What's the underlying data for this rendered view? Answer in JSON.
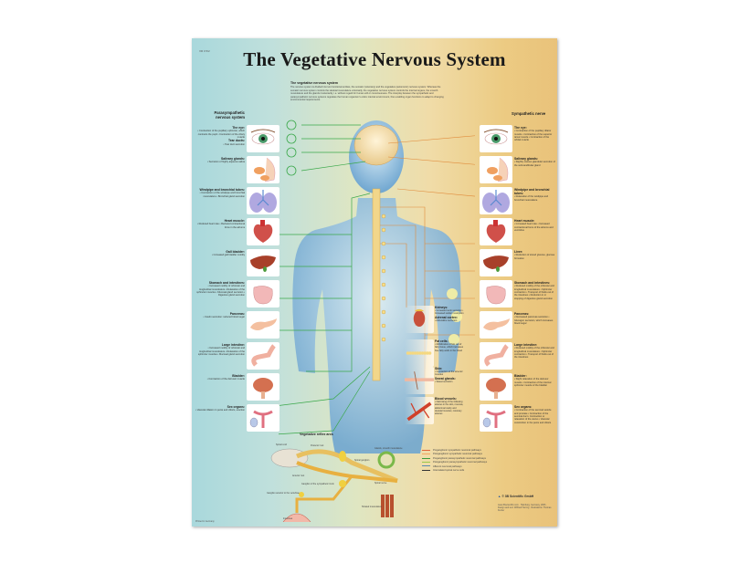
{
  "poster": {
    "code": "VR 0 5/2",
    "title": "The Vegetative Nervous System",
    "intro_heading": "The vegetative nervous system",
    "intro_text": "The nervous system is divided into two functional entities, the somatic (voluntary) and the vegetative (autonomic) nervous system. Whereas the somatic nervous system controls the skeletal musculature voluntarily, the vegetative nervous system controls the internal organs, the smooth musculature and the glands involuntarily, i.e. without regard for human will or consciousness. The interplay between the sympathetic and parasympathetic nervous systems regulates the human organism's entire internal environment, thus enabling organ functions to adapt to changing environmental requirements.",
    "left_heading": "Parasympathetic nervous system",
    "right_heading": "Sympathetic nerve",
    "left_items": [
      {
        "title": "The eye:",
        "text": "• Contraction of the pupillary sphincter, which contracts the pupil • Contraction of the ciliary muscle",
        "sub_title": "Tear ducts:",
        "sub_text": "• Tear duct secretion",
        "organ": "eye"
      },
      {
        "title": "Salivary glands:",
        "text": "• Secretion of highly aqueous saliva",
        "organ": "salivary-glands"
      },
      {
        "title": "Windpipe and bronchial tubes:",
        "text": "• Contraction of the windpipe and bronchial musculature • Bronchial gland secretion",
        "organ": "lungs"
      },
      {
        "title": "Heart muscle:",
        "text": "• Reduced heart rate • Reduced contractional force in the atriums",
        "organ": "heart"
      },
      {
        "title": "Gall bladder:",
        "text": "• Increased gall bladder motility",
        "organ": "liver"
      },
      {
        "title": "Stomach and intestines:",
        "text": "• Increased motility of orbicular and longitudinal musculature • Relaxation of the sphincter muscles • Mucosal gland secretion • Digestive gland secretion",
        "organ": "stomach"
      },
      {
        "title": "Pancreas:",
        "text": "• Insulin secretion: reduced blood sugar",
        "organ": "pancreas"
      },
      {
        "title": "Large intestine:",
        "text": "• Increased motility of orbicular and longitudinal musculature • Relaxation of the sphincter muscles • Mucosal gland secretion",
        "organ": "large-intestine"
      },
      {
        "title": "Bladder:",
        "text": "• Contraction of the detrusor muscle",
        "organ": "bladder"
      },
      {
        "title": "Sex organs:",
        "text": "• Vascular dilation in penis and clitoris, erection",
        "organ": "sex-organs"
      }
    ],
    "right_items": [
      {
        "title": "The eye:",
        "text": "• Contraction of the pupillary dilator muscle • Contraction of the superior tarsal muscle • Contraction of the orbital muscle",
        "organ": "eye"
      },
      {
        "title": "Salivary glands:",
        "text": "• Slightly viscous glandular secretion of the submandibular gland",
        "organ": "salivary-glands"
      },
      {
        "title": "Windpipe and bronchial tubes:",
        "text": "• Relaxation of the windpipe and bronchial musculature",
        "organ": "lungs"
      },
      {
        "title": "Heart muscle:",
        "text": "• Increased heart rate • Increased contractional force of the atriums and ventricles",
        "organ": "heart"
      },
      {
        "title": "Liver:",
        "text": "• Reduction of stored glucose, glucose formation",
        "organ": "liver"
      },
      {
        "title": "Stomach and intestines:",
        "text": "• Reduced motility of the orbicular and longitudinal musculature • Sphincter contraction • Transport of fluids out of the intestines • Reduction in or stopping of digestive gland secretion",
        "organ": "stomach"
      },
      {
        "title": "Pancreas:",
        "text": "• Decreased pancreas secretion • Glucagon secretion, which increases blood sugar",
        "organ": "pancreas"
      },
      {
        "title": "Large intestine:",
        "text": "• Reduced motility of the orbicular and longitudinal musculature • Sphincter contraction • Transport of fluids out of the intestines",
        "organ": "large-intestine"
      },
      {
        "title": "Bladder:",
        "text": "• Slight relaxation of the detrusor muscle • Contraction of the internal sphincter muscle of the bladder",
        "organ": "bladder"
      },
      {
        "title": "Sex organs:",
        "text": "• Contraction of the seminal vesicle and prostate • Contraction of the seminal duct • Contraction or relaxation of the uterus • Vascular constriction in the penis and clitoris",
        "organ": "sex-organs"
      }
    ],
    "middle_items": [
      {
        "title": "Kidneys:",
        "text": "• Increased renin secretion • Increased sodium resorption",
        "sub_title": "Adrenal cortex:",
        "sub_text": "• Adrenaline secretion"
      },
      {
        "title": "Fat cells:",
        "text": "• Mobilization of fats out of fatty tissue, which increases free fatty acids in the blood"
      },
      {
        "title": "Skin:",
        "text": "• Contraction of the arrector muscles",
        "sub_title": "Sweat glands:",
        "sub_text": "• Sweat secretion"
      },
      {
        "title": "Blood vessels:",
        "text": "• Narrowing of the following arteries in the skin, mucosa, abdominal cavity and skeletal muscles; coronary arteries"
      }
    ],
    "reflex": {
      "title": "Vegetative reflex arcs",
      "labels": [
        "Spinal cord",
        "Posterior root",
        "Anterior root",
        "Spinal ganglion",
        "Ganglion anterior to the vertebrae",
        "Ganglion of the sympathetic trunk",
        "Intestines",
        "Glands, smooth musculature",
        "Spinal nerve",
        "Striated musculature"
      ],
      "legend": [
        {
          "label": "Preganglionic sympathetic neuronal pathways",
          "color": "#e0663a"
        },
        {
          "label": "Postganglionic sympathetic neuronal pathways",
          "color": "#f0a860"
        },
        {
          "label": "Preganglionic parasympathetic neuronal pathways",
          "color": "#3a9a3a"
        },
        {
          "label": "Postganglionic parasympathetic neuronal pathways",
          "color": "#9ac84a"
        },
        {
          "label": "Afferent neuronal pathways",
          "color": "#5a8ab0"
        },
        {
          "label": "Intercalated spinal nerve cells",
          "color": "#333333"
        }
      ]
    },
    "publisher": "© 3B Scientific GmbH",
    "imprint": "www.3bscientific.com · Hamburg, Germany, 2006 · Design and text: Wilfried Herzog · Illustrations: Thomas Kreher",
    "footnote": "Printed in Germany",
    "colors": {
      "parasympathetic": "#3aa84a",
      "sympathetic": "#e08a3a",
      "body": "#7fb2d8"
    }
  }
}
